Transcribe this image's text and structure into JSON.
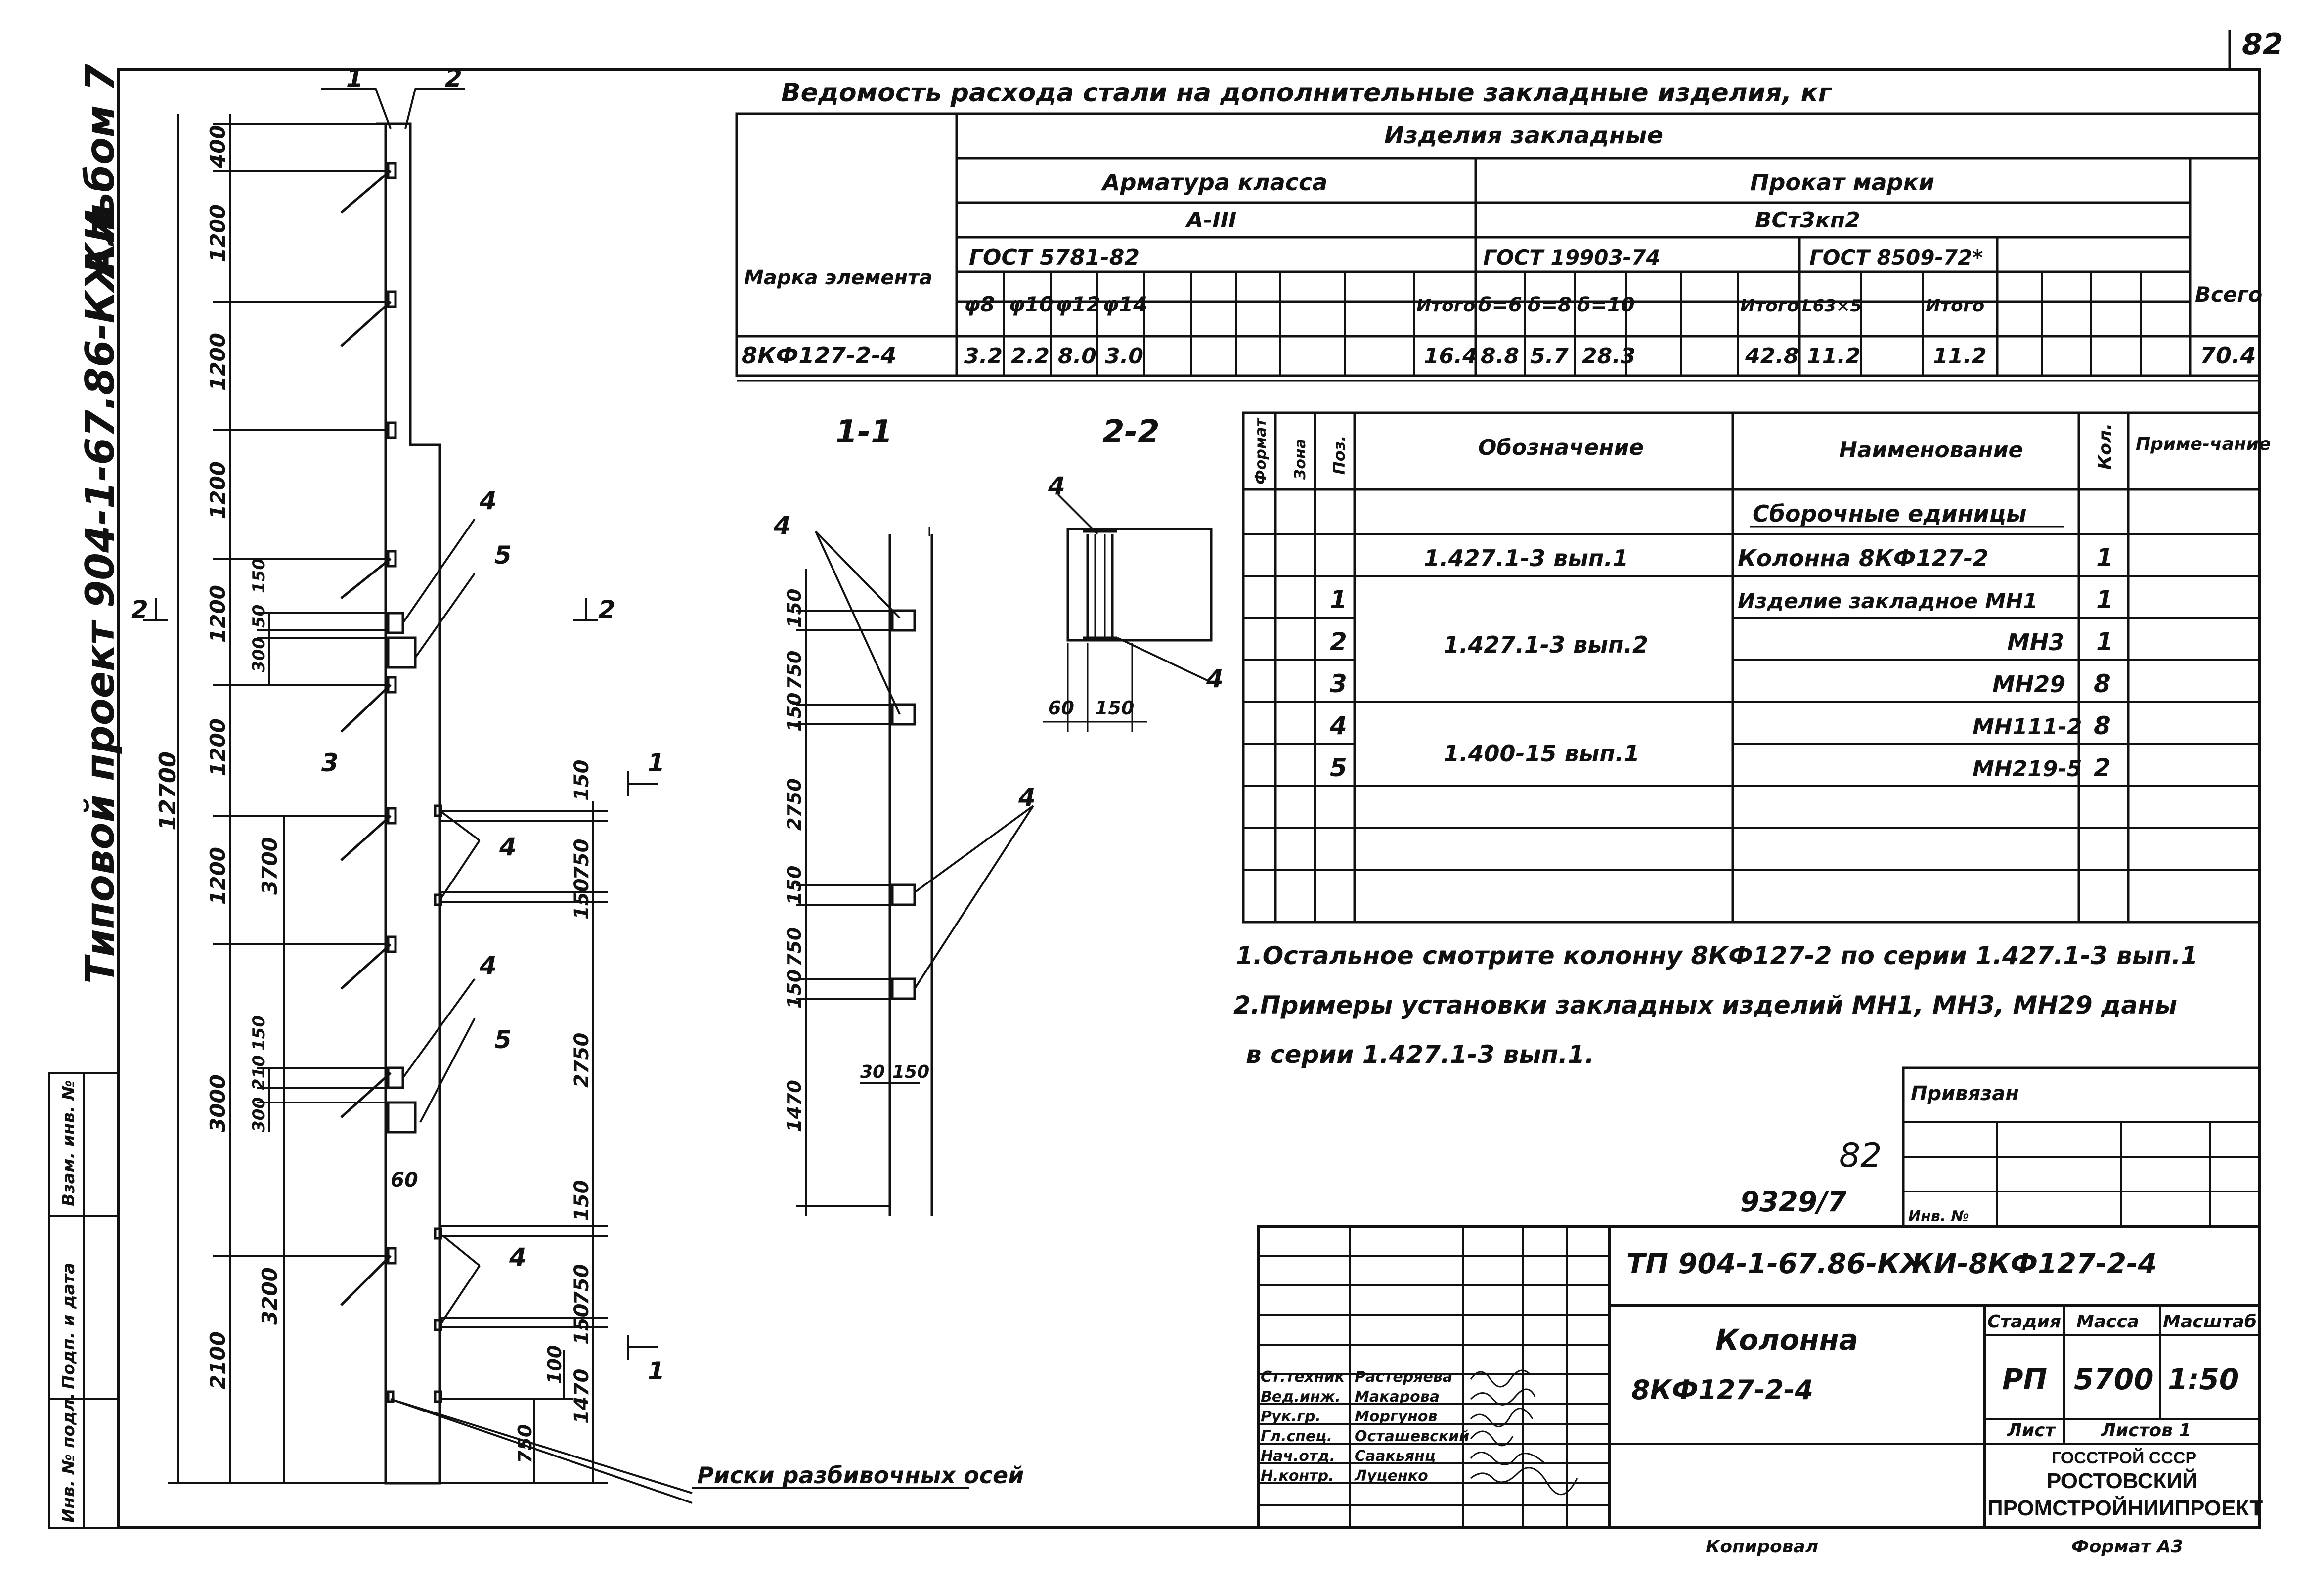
{
  "page_number": "82",
  "album_text": {
    "album": "Альбом 7",
    "project": "Типовой проект 904-1-67.86-КЖИ"
  },
  "left_strip": [
    "Инв. № подл.",
    "Подп. и дата",
    "Взам. инв. №"
  ],
  "statement": {
    "title": "Ведомость расхода стали на дополнительные закладные изделия, кг",
    "group": "Изделия закладные",
    "armature_class": "Арматура класса",
    "armature_grade": "А-III",
    "armature_gost": "ГОСТ 5781-82",
    "rolled_brand": "Прокат марки",
    "rolled_grade": "ВСт3кп2",
    "rolled_gost1": "ГОСТ 19903-74",
    "rolled_gost2": "ГОСТ 8509-72*",
    "mark_header": "Марка элемента",
    "total_header": "Всего",
    "cols": [
      "φ8",
      "φ10",
      "φ12",
      "φ14",
      "Итого",
      "δ=6",
      "δ=8",
      "δ=10",
      "Итого",
      "L63×5",
      "Итого"
    ],
    "row": {
      "mark": "8КФ127-2-4",
      "vals": [
        "3.2",
        "2.2",
        "8.0",
        "3.0",
        "16.4",
        "8.8",
        "5.7",
        "28.3",
        "42.8",
        "11.2",
        "11.2"
      ],
      "total": "70.4"
    }
  },
  "spec": {
    "headers": [
      "Формат",
      "Зона",
      "Поз.",
      "Обозначение",
      "Наименование",
      "Кол.",
      "Приме-чание"
    ],
    "section": "Сборочные единицы",
    "rows": [
      {
        "pos": "",
        "designation": "1.427.1-3 вып.1",
        "name": "Колонна 8КФ127-2",
        "qty": "1"
      },
      {
        "pos": "1",
        "designation": "",
        "name": "Изделие закладное МН1",
        "qty": "1"
      },
      {
        "pos": "2",
        "designation": "1.427.1-3 вып.2",
        "name": "МН3",
        "qty": "1"
      },
      {
        "pos": "3",
        "designation": "",
        "name": "МН29",
        "qty": "8"
      },
      {
        "pos": "4",
        "designation": "1.400-15 вып.1",
        "name": "МН111-2",
        "qty": "8"
      },
      {
        "pos": "5",
        "designation": "",
        "name": "МН219-5",
        "qty": "2"
      }
    ]
  },
  "notes": [
    "1.Остальное смотрите колонну 8КФ127-2 по серии 1.427.1-3 вып.1",
    "2.Примеры установки закладных изделий МН1, МН3, МН29 даны",
    "в серии 1.427.1-3 вып.1."
  ],
  "binding": {
    "label": "Привязан",
    "inv": "Инв. №",
    "num82": "82",
    "num9329": "9329/7"
  },
  "title_block": {
    "code": "ТП 904-1-67.86-КЖИ-8КФ127-2-4",
    "object": "Колонна",
    "object2": "8КФ127-2-4",
    "stage_h": "Стадия",
    "mass_h": "Масса",
    "scale_h": "Масштаб",
    "stage": "РП",
    "mass": "5700",
    "scale": "1:50",
    "sheet_h": "Лист",
    "sheets_h": "Листов 1",
    "org1": "ГОССТРОЙ СССР",
    "org2": "РОСТОВСКИЙ",
    "org3": "ПРОМСТРОЙНИИПРОЕКТ",
    "staff": [
      {
        "role": "Ст.техник",
        "name": "Растеряева"
      },
      {
        "role": "Вед.инж.",
        "name": "Макарова"
      },
      {
        "role": "Рук.гр.",
        "name": "Моргунов"
      },
      {
        "role": "Гл.спец.",
        "name": "Осташевский"
      },
      {
        "role": "Нач.отд.",
        "name": "Саакьянц"
      },
      {
        "role": "Н.контр.",
        "name": "Луценко"
      }
    ],
    "copied": "Копировал",
    "format": "Формат А3"
  },
  "elevation": {
    "total": "12700",
    "left_dims": [
      "400",
      "1200",
      "1200",
      "1200",
      "1200",
      "1200",
      "1200",
      "3000",
      "2100"
    ],
    "mid_dims": [
      "3700",
      "3200"
    ],
    "small": [
      "300",
      "50",
      "150",
      "300",
      "210",
      "150",
      "60",
      "100",
      "750"
    ],
    "right_dims": [
      "150",
      "750",
      "150",
      "2750",
      "150",
      "750",
      "150",
      "1470"
    ],
    "labels": [
      "1",
      "2",
      "3",
      "4",
      "5"
    ],
    "section_marks": [
      "1",
      "2"
    ],
    "risks": "Риски разбивочных осей"
  },
  "section11": {
    "title": "1-1",
    "dims": [
      "150",
      "750",
      "150",
      "2750",
      "150",
      "750",
      "150",
      "1470"
    ],
    "bottom": [
      "30",
      "150"
    ],
    "label": "4"
  },
  "section22": {
    "title": "2-2",
    "dims": [
      "60",
      "150"
    ],
    "label": "4"
  }
}
